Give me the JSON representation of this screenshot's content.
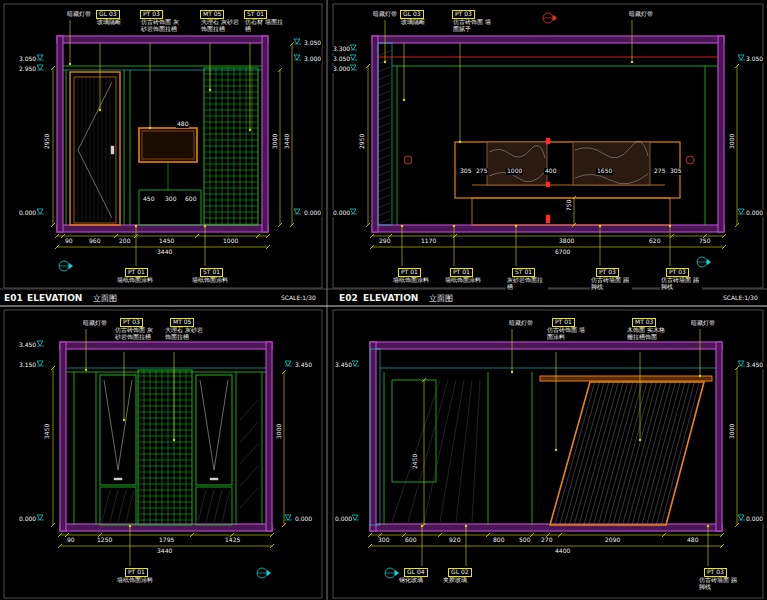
{
  "diagram": {
    "labels": [
      "暗藏灯带",
      "GL 03",
      "玻璃隔断",
      "PT 03",
      "仿古砖饰面 灰砂岩饰面拉槽",
      "MT 05",
      "大理石 灰砂岩饰面拉槽",
      "ST 01",
      "仿石材 墙面拉槽",
      "3.050",
      "2.950",
      "0.000",
      "2950",
      "3.050",
      "3.000",
      "0.000",
      "3000",
      "3440",
      "90",
      "960",
      "200",
      "1450",
      "1000",
      "3440",
      "480",
      "450",
      "300",
      "600",
      "PT 01",
      "墙纸饰面涂料",
      "ST 01",
      "墙纸饰面涂料",
      "E01",
      "ELEVATION",
      "立面图",
      "SCALE:1/30",
      "暗藏灯带",
      "GL 03",
      "玻璃隔断",
      "PT 03",
      "仿古砖饰面 墙面腻子",
      "暗藏灯带",
      "3.300",
      "3.050",
      "3.000",
      "0.000",
      "2950",
      "3.050",
      "3000",
      "0.000",
      "290",
      "1170",
      "3800",
      "620",
      "750",
      "6700",
      "305",
      "275",
      "1000",
      "400",
      "1650",
      "275",
      "305",
      "750",
      "PT 01",
      "墙纸饰面涂料",
      "PT 01",
      "墙纸饰面涂料",
      "ST 01",
      "灰砂岩饰面拉槽",
      "PT 03",
      "仿古砖墙面 踢脚线",
      "PT 03",
      "仿古砖墙面 踢脚线",
      "E02",
      "ELEVATION",
      "立面图",
      "SCALE:1/30",
      "暗藏灯带",
      "PT 03",
      "仿古砖饰面 灰砂岩饰面拉槽",
      "MT 05",
      "大理石 灰砂岩饰面拉槽",
      "3.450",
      "3.150",
      "3450",
      "0.000",
      "3.450",
      "3000",
      "0.000",
      "90",
      "1250",
      "1795",
      "1425",
      "3440",
      "PT 01",
      "墙纸饰面涂料",
      "暗藏灯带",
      "PT 01",
      "仿古砖饰面 墙面涂料",
      "MT 03",
      "木饰面 实木格栅拉槽饰面",
      "暗藏灯带",
      "3.450",
      "0.000",
      "2450",
      "3.450",
      "3000",
      "0.000",
      "300",
      "600",
      "920",
      "800",
      "500",
      "270",
      "2090",
      "480",
      "4400",
      "GL 04",
      "钢化玻璃",
      "GL 02",
      "夹胶玻璃",
      "PT 03",
      "仿古砖墙面 踢脚线"
    ]
  }
}
